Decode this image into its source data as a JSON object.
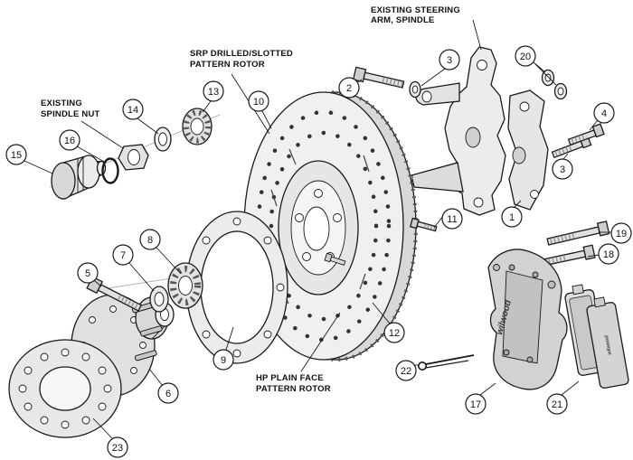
{
  "diagram": {
    "title": "Front disc brake kit exploded assembly diagram",
    "labels": {
      "steering_arm": {
        "line1": "EXISTING STEERING",
        "line2": "ARM, SPINDLE"
      },
      "srp_rotor": {
        "line1": "SRP DRILLED/SLOTTED",
        "line2": "PATTERN ROTOR"
      },
      "spindle_nut": {
        "line1": "EXISTING",
        "line2": "SPINDLE NUT"
      },
      "hp_rotor": {
        "line1": "HP PLAIN FACE",
        "line2": "PATTERN ROTOR"
      }
    },
    "logos": {
      "caliper": "wilwood",
      "pad": "wilwood"
    },
    "callouts": [
      {
        "number": "15"
      },
      {
        "number": "16"
      },
      {
        "number": "14"
      },
      {
        "number": "13"
      },
      {
        "number": "10"
      },
      {
        "number": "2"
      },
      {
        "number": "3"
      },
      {
        "number": "20"
      },
      {
        "number": "4"
      },
      {
        "number": "3"
      },
      {
        "number": "1"
      },
      {
        "number": "11"
      },
      {
        "number": "19"
      },
      {
        "number": "18"
      },
      {
        "number": "5"
      },
      {
        "number": "7"
      },
      {
        "number": "8"
      },
      {
        "number": "12"
      },
      {
        "number": "9"
      },
      {
        "number": "6"
      },
      {
        "number": "22"
      },
      {
        "number": "17"
      },
      {
        "number": "21"
      },
      {
        "number": "23"
      }
    ],
    "colors": {
      "line": "#1a1a1a",
      "fill_light": "#ececec",
      "fill_mid": "#d8d8d8",
      "background": "#ffffff"
    }
  }
}
